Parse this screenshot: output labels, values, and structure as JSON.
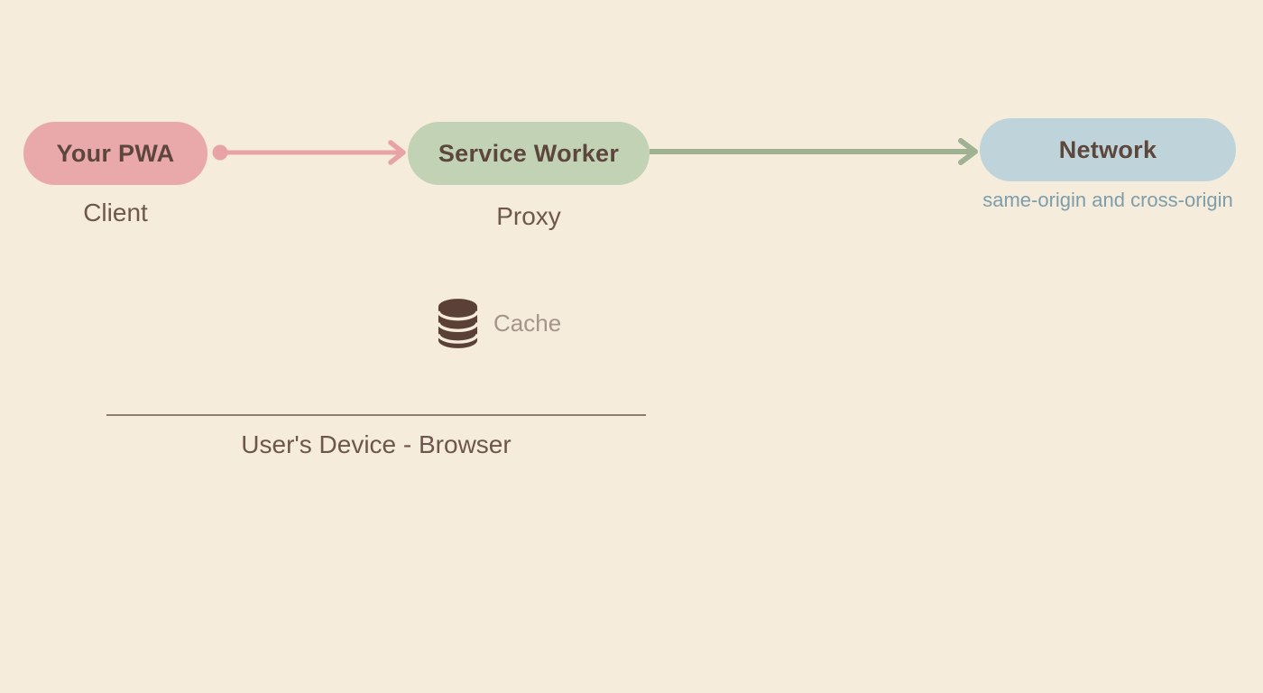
{
  "diagram": {
    "title": "",
    "nodes": {
      "pwa": {
        "label": "Your PWA",
        "sublabel": "Client",
        "fill_color": "#e9a9ab"
      },
      "service_worker": {
        "label": "Service Worker",
        "sublabel": "Proxy",
        "fill_color": "#c2d3b5"
      },
      "network": {
        "label": "Network",
        "sublabel": "same-origin and cross-origin",
        "fill_color": "#bfd4da"
      }
    },
    "arrows": [
      {
        "from": "Your PWA",
        "to": "Service Worker",
        "color": "#e8a3a6",
        "start_marker": "dot",
        "end_marker": "arrowhead"
      },
      {
        "from": "Service Worker",
        "to": "Network",
        "color": "#9fb294",
        "start_marker": "none",
        "end_marker": "arrowhead"
      }
    ],
    "cache": {
      "label": "Cache",
      "icon": "database-icon",
      "icon_color": "#5a4036",
      "label_color": "#a5948a"
    },
    "device_boundary": {
      "label": "User's Device - Browser",
      "line_color": "#8f7d72"
    }
  },
  "colors": {
    "background": "#f5ecdb",
    "pill_label_text": "#5d463c",
    "sublabel_text": "#6e574b",
    "network_sublabel_text": "#7e9dab"
  }
}
